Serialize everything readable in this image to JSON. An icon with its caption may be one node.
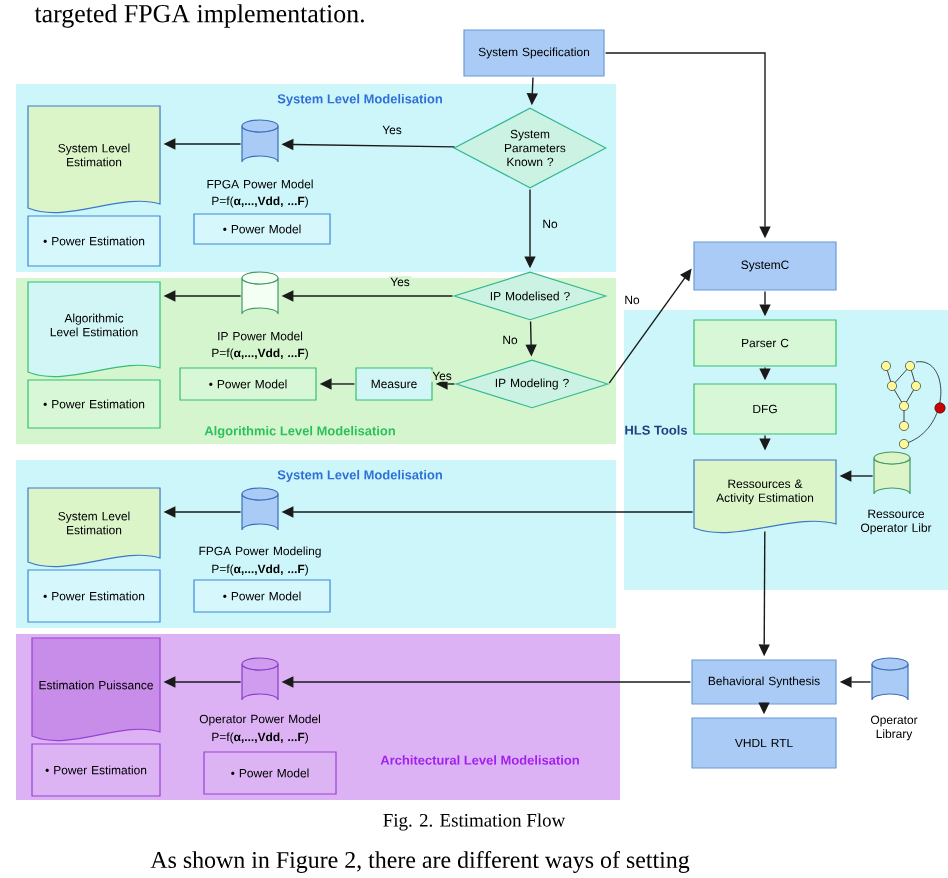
{
  "diagram": {
    "caption": "Fig. 2.  Estimation Flow",
    "nodes": [
      {
        "text": [
          "System Specification"
        ]
      },
      {
        "text": [
          "System Level Modelisation"
        ]
      },
      {
        "text": [
          "System Level Estimation"
        ],
        "in": 1
      },
      {
        "text": [
          "• Power Estimation"
        ],
        "in": 1
      },
      {
        "text": [],
        "shape": "cylinder",
        "beside": [
          "FPGA Power Model",
          "P=f(**α,...,Vdd, ...F**)"
        ],
        "in": 1
      },
      {
        "text": [
          "• Power Model"
        ],
        "in": 1
      },
      {
        "text": [
          "System Parameters Known ?"
        ],
        "in": 1
      },
      {
        "text": [
          "Algorithmic Level Modelisation"
        ]
      },
      {
        "text": [
          "Algorithmic Level Estimation"
        ],
        "in": 7
      },
      {
        "text": [
          "• Power Estimation"
        ],
        "in": 7
      },
      {
        "text": [],
        "shape": "cylinder",
        "beside": [
          "IP Power Model",
          "P=f(**α,...,Vdd, ...F**)"
        ],
        "in": 7
      },
      {
        "text": [
          "• Power Model"
        ],
        "in": 7
      },
      {
        "text": [
          "Measure"
        ],
        "in": 7
      },
      {
        "text": [
          "IP Modelised ?"
        ],
        "in": 7
      },
      {
        "text": [
          "IP Modeling ?"
        ],
        "in": 7
      },
      {
        "text": [
          "SystemC"
        ]
      },
      {
        "text": [
          "HLS Tools"
        ]
      },
      {
        "text": [
          "Parser C"
        ],
        "in": 16
      },
      {
        "text": [
          "DFG"
        ],
        "in": 16
      },
      {
        "text": [
          "Ressources & Activity Estimation"
        ],
        "in": 16
      },
      {
        "text": [],
        "shape": "cylinder",
        "beside": [
          "Ressource Operator Libr"
        ],
        "in": 16
      },
      {
        "text": [
          "System Level Modelisation"
        ]
      },
      {
        "text": [
          "System Level Estimation"
        ],
        "in": 21
      },
      {
        "text": [
          "• Power Estimation"
        ],
        "in": 21
      },
      {
        "text": [],
        "shape": "cylinder",
        "beside": [
          "FPGA Power Modeling",
          "P=f(**α,...,Vdd, ...F**)"
        ],
        "in": 21
      },
      {
        "text": [
          "• Power Model"
        ],
        "in": 21
      },
      {
        "text": [
          "Architectural Level Modelisation"
        ]
      },
      {
        "text": [
          "Estimation Puissance"
        ],
        "in": 26
      },
      {
        "text": [
          "• Power Estimation"
        ],
        "in": 26
      },
      {
        "text": [],
        "shape": "cylinder",
        "beside": [
          "Operator Power Model",
          "P=f(**α,...,Vdd, ...F**)"
        ],
        "in": 26
      },
      {
        "text": [
          "• Power Model"
        ],
        "in": 26
      },
      {
        "text": [
          "Behavioral Synthesis"
        ]
      },
      {
        "text": [],
        "shape": "cylinder",
        "beside": [
          "Operator Library"
        ]
      },
      {
        "text": [
          "VHDL RTL"
        ]
      }
    ],
    "edges": [
      {
        "from": 0,
        "to": 6,
        "arrow": "to"
      },
      {
        "from": 0,
        "to": 15,
        "arrow": "to"
      },
      {
        "from": 6,
        "to": 4,
        "arrow": "to",
        "label": "Yes"
      },
      {
        "from": 4,
        "to": 2,
        "arrow": "to"
      },
      {
        "from": 6,
        "to": 13,
        "arrow": "to",
        "label": "No"
      },
      {
        "from": 13,
        "to": 10,
        "arrow": "to",
        "label": "Yes"
      },
      {
        "from": 10,
        "to": 8,
        "arrow": "to"
      },
      {
        "from": 13,
        "to": 14,
        "arrow": "to",
        "label": "No"
      },
      {
        "from": 14,
        "to": 12,
        "arrow": "to",
        "label": "Yes"
      },
      {
        "from": 12,
        "to": 11,
        "arrow": "to"
      },
      {
        "from": 14,
        "to": 15,
        "arrow": "to",
        "label": "No"
      },
      {
        "from": 15,
        "to": 17,
        "arrow": "to"
      },
      {
        "from": 17,
        "to": 18,
        "arrow": "to"
      },
      {
        "from": 18,
        "to": 19,
        "arrow": "to"
      },
      {
        "from": 20,
        "to": 19,
        "arrow": "to"
      },
      {
        "from": 19,
        "to": 24,
        "arrow": "to"
      },
      {
        "from": 24,
        "to": 22,
        "arrow": "to"
      },
      {
        "from": 19,
        "to": 31,
        "arrow": "to"
      },
      {
        "from": 32,
        "to": 31,
        "arrow": "to"
      },
      {
        "from": 31,
        "to": 33,
        "arrow": "to"
      },
      {
        "from": 31,
        "to": 29,
        "arrow": "to"
      },
      {
        "from": 29,
        "to": 27,
        "arrow": "to"
      }
    ],
    "labels": [
      "targeted FPGA implementation.",
      "As shown in Figure 2, there are different ways of setting"
    ]
  }
}
